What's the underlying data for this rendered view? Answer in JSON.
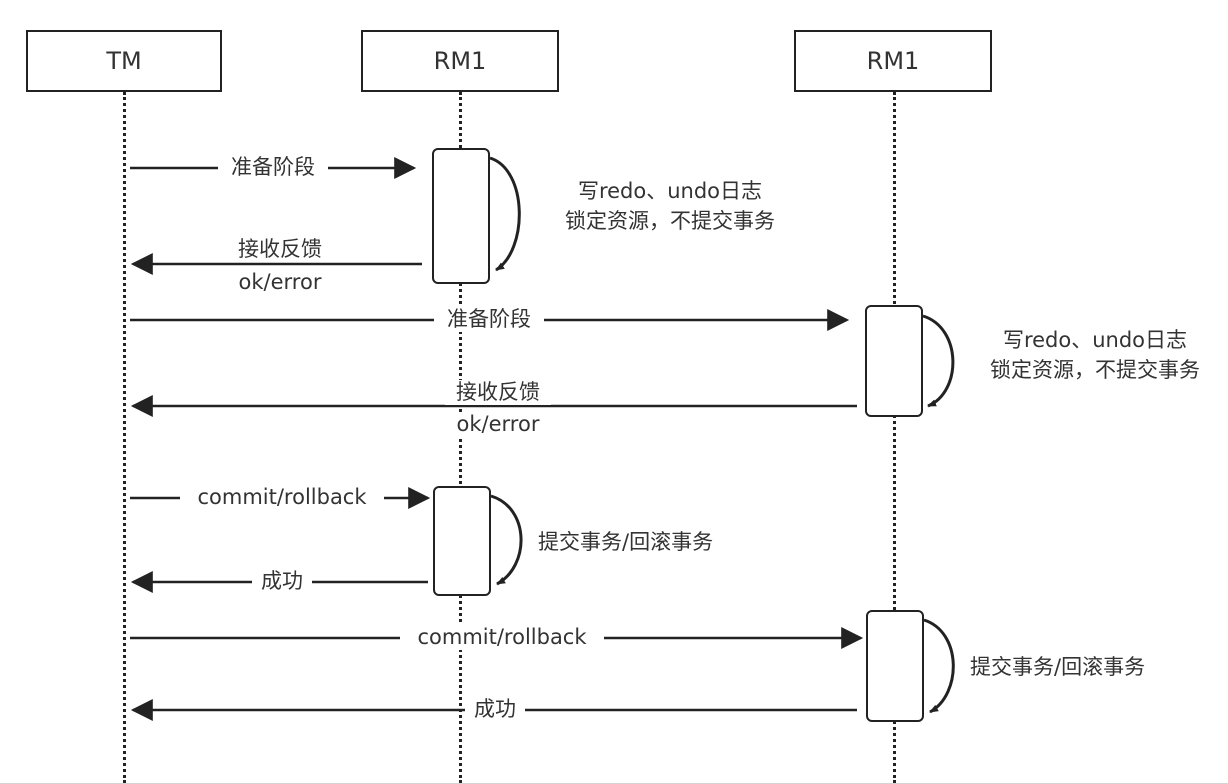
{
  "participants": {
    "tm": "TM",
    "rm1_a": "RM1",
    "rm1_b": "RM1"
  },
  "messages": {
    "prepare_1": "准备阶段",
    "feedback_1_line1": "接收反馈",
    "feedback_1_line2": "ok/error",
    "prepare_2": "准备阶段",
    "feedback_2_line1": "接收反馈",
    "feedback_2_line2": "ok/error",
    "commit_1": "commit/rollback",
    "success_1": "成功",
    "commit_2": "commit/rollback",
    "success_2": "成功"
  },
  "notes": {
    "prepare_1_line1": "写redo、undo日志",
    "prepare_1_line2": "锁定资源，不提交事务",
    "prepare_2_line1": "写redo、undo日志",
    "prepare_2_line2": "锁定资源，不提交事务",
    "commit_1": "提交事务/回滚事务",
    "commit_2": "提交事务/回滚事务"
  }
}
